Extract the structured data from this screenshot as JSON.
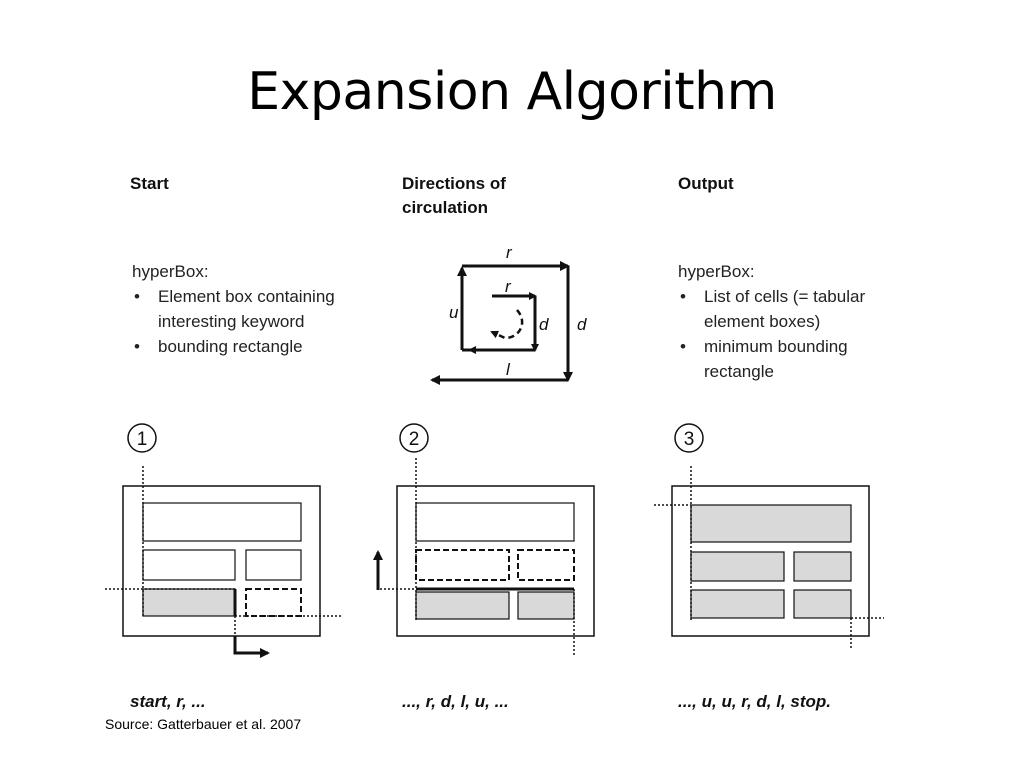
{
  "slide": {
    "title": "Expansion Algorithm",
    "source": "Source: Gatterbauer et al. 2007"
  },
  "columns": [
    {
      "heading": "Start",
      "hyperbox_label": "hyperBox:",
      "bullets": [
        "Element box containing interesting keyword",
        "bounding rectangle"
      ],
      "step_number": "1",
      "sequence": "start, r, ..."
    },
    {
      "heading": "Directions of circulation",
      "step_number": "2",
      "sequence": "..., r, d, l, u, ...",
      "direction_labels": {
        "outer_top": "r",
        "inner_top": "r",
        "left": "u",
        "inner_right": "d",
        "outer_right": "d",
        "bottom": "l"
      }
    },
    {
      "heading": "Output",
      "hyperbox_label": "hyperBox:",
      "bullets": [
        "List of cells (= tabular element boxes)",
        "minimum bounding rectangle"
      ],
      "step_number": "3",
      "sequence": "..., u, u, r, d, l, stop."
    }
  ],
  "colors": {
    "cell_fill": "#d9d9d9",
    "line": "#111111"
  }
}
